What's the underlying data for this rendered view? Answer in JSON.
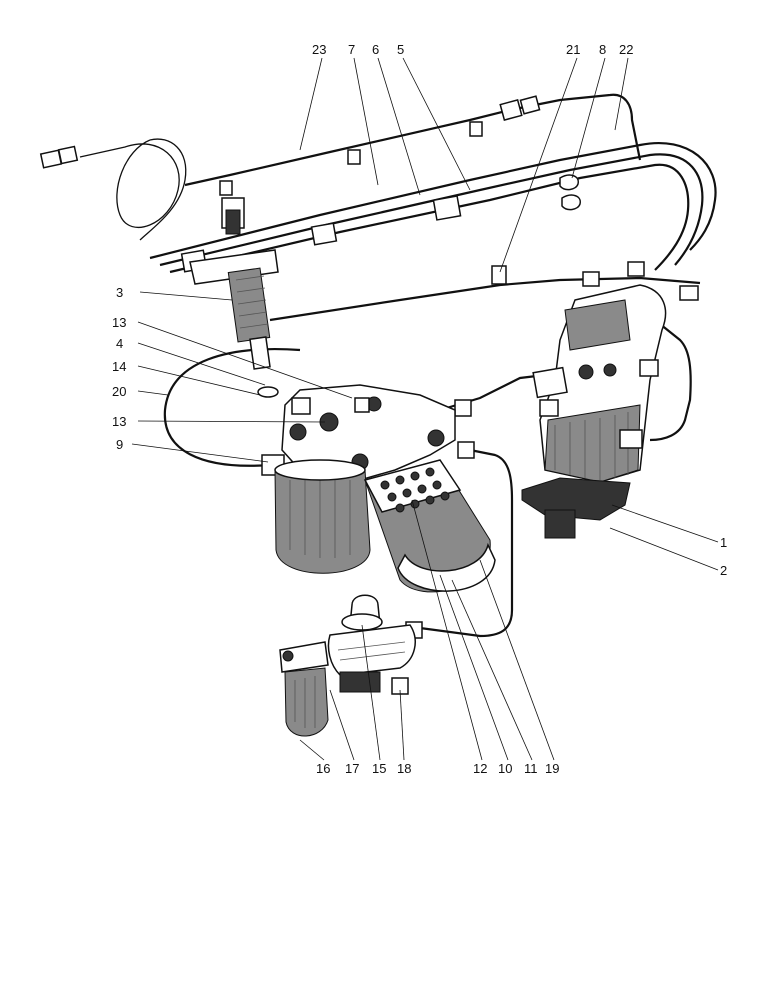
{
  "labels": {
    "l23": "23",
    "l7": "7",
    "l6": "6",
    "l5": "5",
    "l21": "21",
    "l8": "8",
    "l22": "22",
    "l3": "3",
    "l13a": "13",
    "l4": "4",
    "l14": "14",
    "l20": "20",
    "l13b": "13",
    "l9": "9",
    "l1": "1",
    "l2": "2",
    "l16": "16",
    "l17": "17",
    "l15": "15",
    "l18": "18",
    "l12": "12",
    "l10": "10",
    "l11": "11",
    "l19": "19"
  }
}
